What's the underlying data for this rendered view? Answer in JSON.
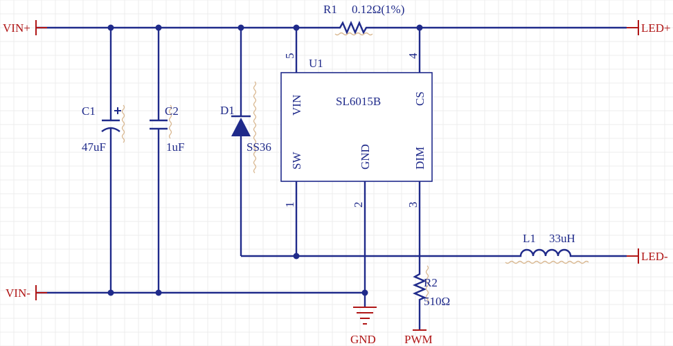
{
  "ports": {
    "vin_pos": "VIN+",
    "vin_neg": "VIN-",
    "led_pos": "LED+",
    "led_neg": "LED-",
    "gnd": "GND",
    "pwm": "PWM"
  },
  "components": {
    "r1": {
      "ref": "R1",
      "value": "0.12Ω(1%)"
    },
    "u1": {
      "ref": "U1",
      "part": "SL6015B",
      "pins": {
        "vin": "VIN",
        "cs": "CS",
        "sw": "SW",
        "gnd": "GND",
        "dim": "DIM"
      },
      "pin_numbers": {
        "vin": "5",
        "cs": "4",
        "sw": "1",
        "gnd": "2",
        "dim": "3"
      }
    },
    "c1": {
      "ref": "C1",
      "value": "47uF",
      "polarity": "+"
    },
    "c2": {
      "ref": "C2",
      "value": "1uF"
    },
    "d1": {
      "ref": "D1",
      "value": "SS36"
    },
    "l1": {
      "ref": "L1",
      "value": "33uH"
    },
    "r2": {
      "ref": "R2",
      "value": "510Ω"
    }
  },
  "colors": {
    "wire": "#1f2a8a",
    "port": "#b01515",
    "background": "#ffffff"
  }
}
